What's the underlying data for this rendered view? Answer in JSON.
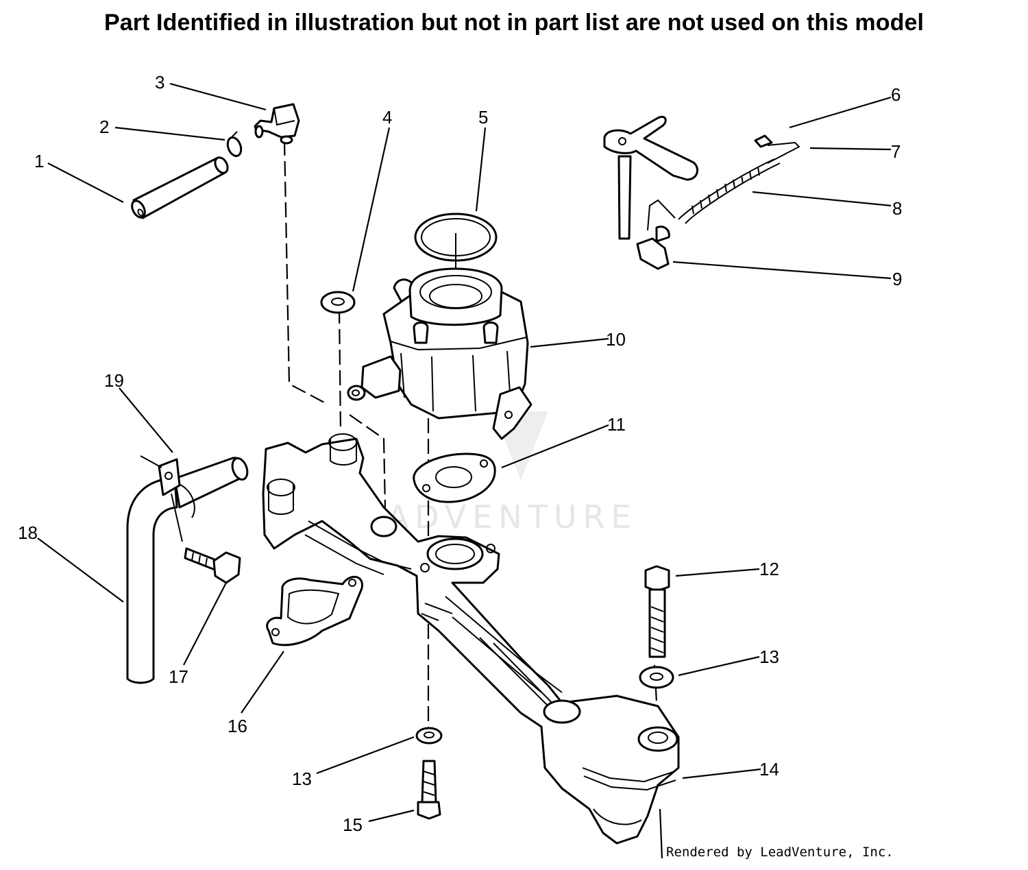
{
  "header": {
    "title": "Part Identified in illustration but not in part list are not used on this model"
  },
  "watermark": {
    "text": "LEADVENTURE"
  },
  "footer": {
    "credit": "Rendered by LeadVenture, Inc."
  },
  "callouts": [
    {
      "id": "1",
      "label": "1"
    },
    {
      "id": "2",
      "label": "2"
    },
    {
      "id": "3",
      "label": "3"
    },
    {
      "id": "4",
      "label": "4"
    },
    {
      "id": "5",
      "label": "5"
    },
    {
      "id": "6",
      "label": "6"
    },
    {
      "id": "7",
      "label": "7"
    },
    {
      "id": "8",
      "label": "8"
    },
    {
      "id": "9",
      "label": "9"
    },
    {
      "id": "10",
      "label": "10"
    },
    {
      "id": "11",
      "label": "11"
    },
    {
      "id": "12",
      "label": "12"
    },
    {
      "id": "13a",
      "label": "13"
    },
    {
      "id": "13b",
      "label": "13"
    },
    {
      "id": "14",
      "label": "14"
    },
    {
      "id": "15",
      "label": "15"
    },
    {
      "id": "16",
      "label": "16"
    },
    {
      "id": "17",
      "label": "17"
    },
    {
      "id": "18",
      "label": "18"
    },
    {
      "id": "19",
      "label": "19"
    }
  ]
}
